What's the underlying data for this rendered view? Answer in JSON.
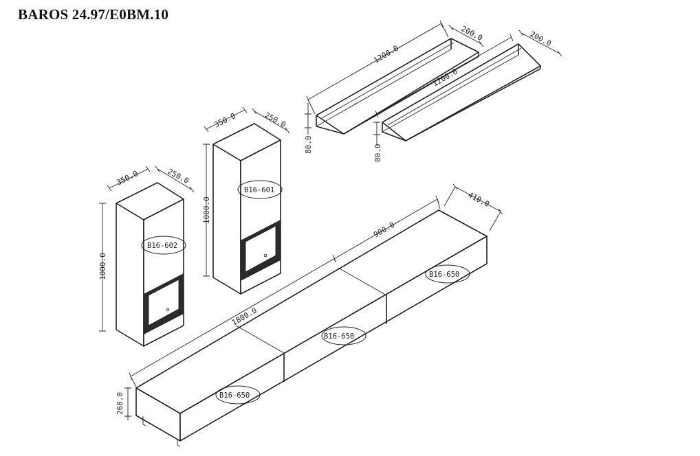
{
  "title": "BAROS 24.97/E0BM.10",
  "colors": {
    "ink": "#222222",
    "background": "#ffffff",
    "niche_frame": "#2b2b2b"
  },
  "dimensions": {
    "shelf1_length": "1200.0",
    "shelf1_depth": "200.0",
    "shelf1_height": "80.0",
    "shelf2_length": "1200.0",
    "shelf2_depth": "200.0",
    "shelf2_height": "80.0",
    "cabinet1_width": "350.0",
    "cabinet1_depth": "250.0",
    "cabinet1_height": "1000.0",
    "cabinet2_width": "350.0",
    "cabinet2_depth": "250.0",
    "cabinet2_height": "1000.0",
    "tv_total_length": "1800.0",
    "tv_module_length": "900.0",
    "tv_depth": "410.0",
    "tv_height": "260.0"
  },
  "labels": {
    "cabinet_right": "B16-601",
    "cabinet_left": "B16-602",
    "tv_module_a": "B16-650",
    "tv_module_b": "B16-650",
    "tv_module_c": "B16-650"
  }
}
